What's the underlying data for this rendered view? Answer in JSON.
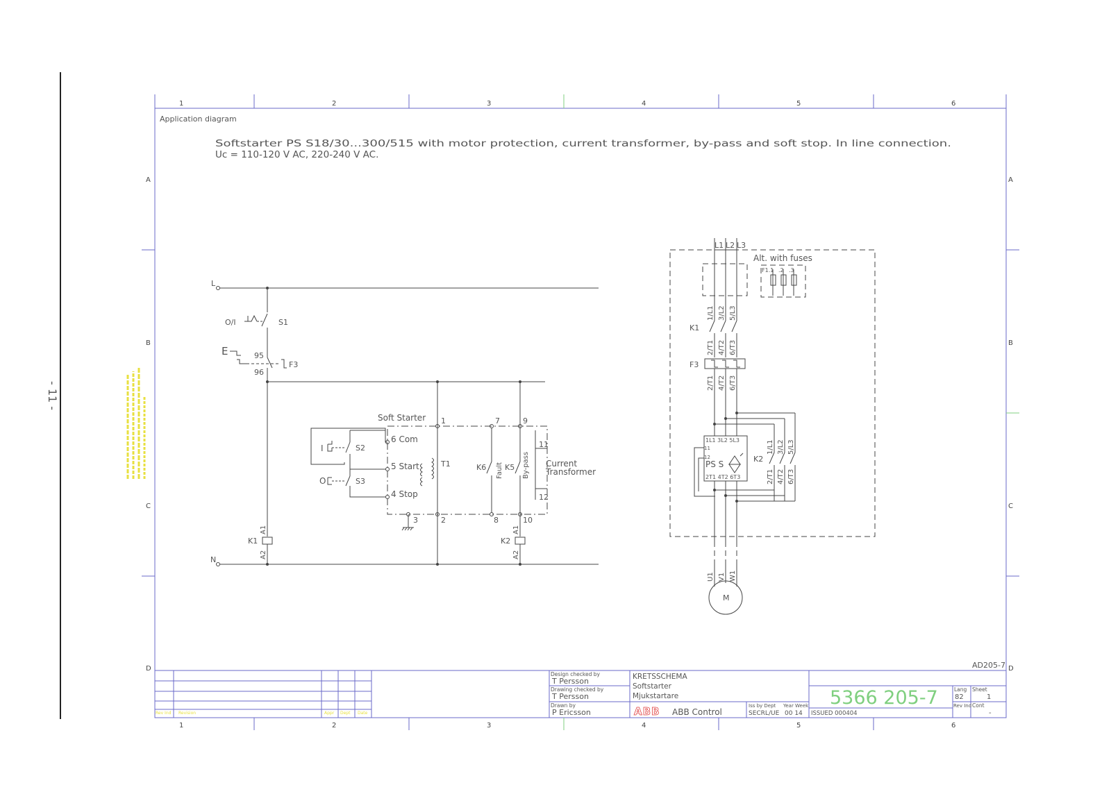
{
  "page_number": "- 11 -",
  "frame": {
    "columns": [
      "1",
      "2",
      "3",
      "4",
      "5",
      "6"
    ],
    "rows": [
      "A",
      "B",
      "C",
      "D"
    ],
    "diagram_label": "Application diagram",
    "doc_code": "AD205-7"
  },
  "title": {
    "line1": "Softstarter PS S18/30...300/515 with motor protection, current transformer, by-pass and soft stop. In line connection.",
    "line2": "Uc = 110-120 V AC, 220-240 V AC."
  },
  "control_circuit": {
    "line_L": "L",
    "line_N": "N",
    "s1_label": "O/I",
    "s1": "S1",
    "f3": "F3",
    "f3_95": "95",
    "f3_96": "96",
    "f3_sym": "E",
    "soft_starter": "Soft Starter",
    "t1": "T1",
    "s2": "S2",
    "s3": "S3",
    "s2_sym": "I",
    "s3_sym": "O",
    "com": "6 Com",
    "start": "5 Start",
    "stop": "4 Stop",
    "term1": "1",
    "term2": "2",
    "term3": "3",
    "term7": "7",
    "term8": "8",
    "term9": "9",
    "term10": "10",
    "term11": "11",
    "term12": "12",
    "k6": "K6",
    "k5": "K5",
    "fault": "Fault",
    "bypass": "By-pass",
    "ct_line1": "Current",
    "ct_line2": "Transformer",
    "k1": "K1",
    "k2": "K2",
    "a1": "A1",
    "a2": "A2"
  },
  "power_circuit": {
    "l1": "L1",
    "l2": "L2",
    "l3": "L3",
    "alt_fuses": "Alt. with fuses",
    "fuse_labels": [
      "F1.1",
      ".2",
      ".3"
    ],
    "k1": "K1",
    "k1_top": [
      "1/L1",
      "3/L2",
      "5/L3"
    ],
    "k1_bottom": [
      "2/T1",
      "4/T2",
      "6/T3"
    ],
    "f3": "F3",
    "f3_bottom": [
      "2/T1",
      "4/T2",
      "6/T3"
    ],
    "ps_in": "1L1 3L2 5L3",
    "ps_out": "2T1 4T2 6T3",
    "ps_name": "PS S",
    "ps_11": "11",
    "ps_12": "12",
    "k2": "K2",
    "k2_top": [
      "1/L1",
      "3/L2",
      "5/L3"
    ],
    "k2_bottom": [
      "2/T1",
      "4/T2",
      "6/T3"
    ],
    "motor_terms": [
      "U1",
      "V1",
      "W1"
    ],
    "motor": "M"
  },
  "title_block": {
    "rev_headers": [
      "Rev Ind",
      "Revision",
      "Appr",
      "Dept",
      "Date"
    ],
    "design_checked_label": "Design checked by",
    "design_checked": "T Persson",
    "drawing_checked_label": "Drawing checked by",
    "drawing_checked": "T Persson",
    "drawn_label": "Drawn by",
    "drawn": "P Ericsson",
    "doc_title1": "KRETSSCHEMA",
    "doc_title2": "Softstarter",
    "doc_title3": "Mjukstartare",
    "company_logo": "ABB",
    "company": "ABB Control",
    "iss_label": "Iss by Dept",
    "year_label": "Year Week",
    "dept": "SECRL/UE",
    "year_week": "00 14",
    "issued": "ISSUED 000404",
    "doc_number": "5366 205-7",
    "lang_label": "Lang",
    "lang": "82",
    "sheet_label": "Sheet",
    "sheet": "1",
    "rev_label": "Rev Ind",
    "cont_label": "Cont",
    "cont": "-"
  },
  "colors": {
    "frame": "#6a6ac8",
    "lines": "#444444",
    "doc_number": "#7fcf7f",
    "watermark": "#e8e040"
  }
}
